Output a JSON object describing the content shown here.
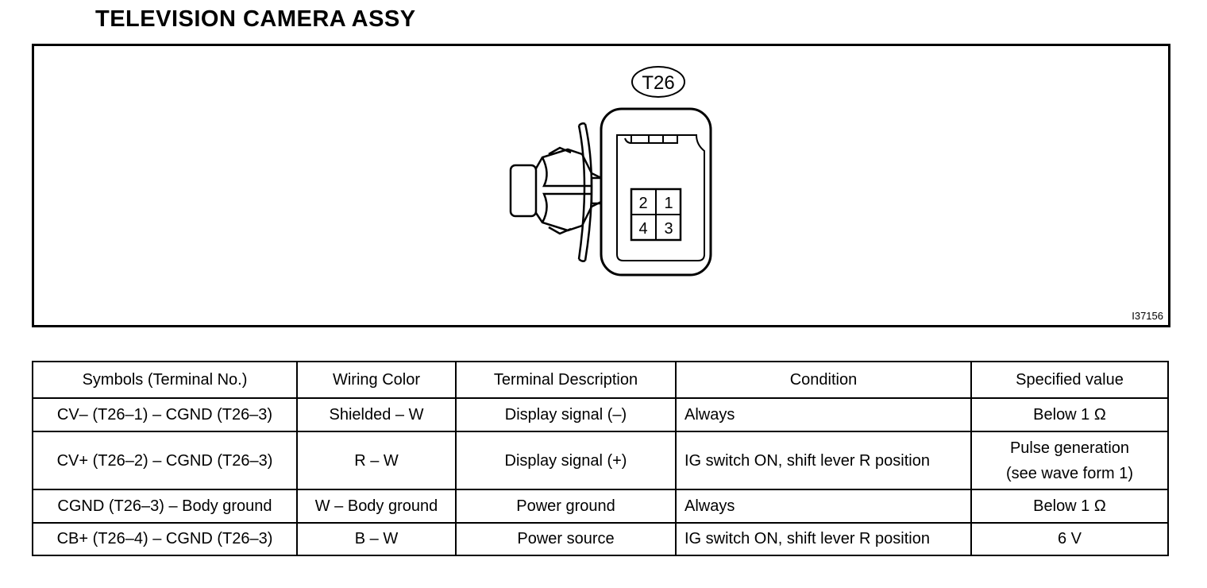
{
  "title": "TELEVISION CAMERA ASSY",
  "figure": {
    "connector_label": "T26",
    "pins": [
      "2",
      "1",
      "4",
      "3"
    ],
    "figure_id": "I37156"
  },
  "table": {
    "headers": [
      "Symbols (Terminal No.)",
      "Wiring Color",
      "Terminal Description",
      "Condition",
      "Specified value"
    ],
    "rows": [
      {
        "symbols": "CV– (T26–1) – CGND (T26–3)",
        "wiring": "Shielded – W",
        "description": "Display signal (–)",
        "condition": "Always",
        "value": "Below 1 Ω"
      },
      {
        "symbols": "CV+ (T26–2) – CGND (T26–3)",
        "wiring": "R – W",
        "description": "Display signal (+)",
        "condition": "IG switch ON, shift lever R position",
        "value_line1": "Pulse generation",
        "value_line2": "(see wave form 1)"
      },
      {
        "symbols": "CGND (T26–3) – Body ground",
        "wiring": "W – Body ground",
        "description": "Power ground",
        "condition": "Always",
        "value": "Below 1 Ω"
      },
      {
        "symbols": "CB+ (T26–4) – CGND (T26–3)",
        "wiring": "B – W",
        "description": "Power source",
        "condition": "IG switch ON, shift lever R position",
        "value": "6 V"
      }
    ]
  }
}
